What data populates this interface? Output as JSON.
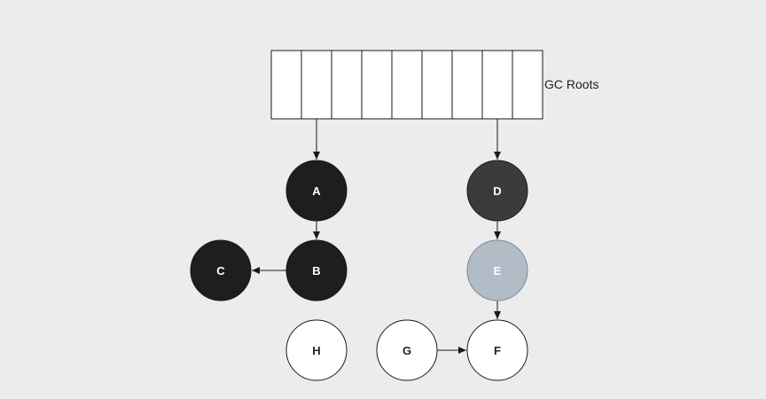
{
  "roots": {
    "label": "GC Roots",
    "slot_count": 9
  },
  "nodes": [
    {
      "id": "A",
      "label": "A",
      "state": "black"
    },
    {
      "id": "B",
      "label": "B",
      "state": "black"
    },
    {
      "id": "C",
      "label": "C",
      "state": "black"
    },
    {
      "id": "D",
      "label": "D",
      "state": "dark-gray"
    },
    {
      "id": "E",
      "label": "E",
      "state": "gray"
    },
    {
      "id": "F",
      "label": "F",
      "state": "white"
    },
    {
      "id": "G",
      "label": "G",
      "state": "white"
    },
    {
      "id": "H",
      "label": "H",
      "state": "white"
    }
  ],
  "edges": [
    {
      "from": "roots",
      "to": "A"
    },
    {
      "from": "roots",
      "to": "D"
    },
    {
      "from": "A",
      "to": "B"
    },
    {
      "from": "B",
      "to": "C"
    },
    {
      "from": "D",
      "to": "E"
    },
    {
      "from": "E",
      "to": "F"
    },
    {
      "from": "G",
      "to": "F"
    }
  ],
  "colors": {
    "background": "#ececec",
    "black_fill": "#1e1e1e",
    "dark_gray_fill": "#3a3b3d",
    "gray_fill": "#b2bcc6",
    "gray_stroke": "#7d8894",
    "white_fill": "#ffffff",
    "stroke": "#1a1a1a",
    "light_text": "#ffffff",
    "dark_text": "#222222"
  }
}
